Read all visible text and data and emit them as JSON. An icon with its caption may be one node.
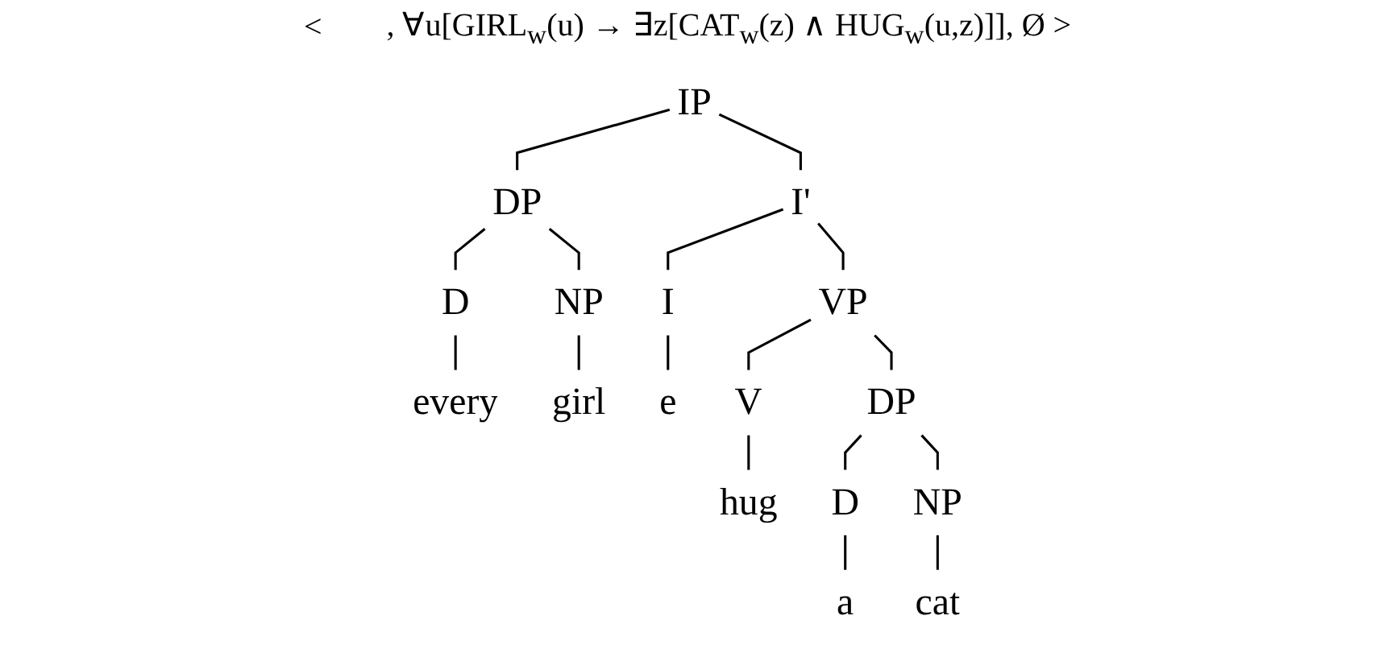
{
  "diagram": {
    "nodes": [
      {
        "text": [
          "IP"
        ]
      },
      {
        "text": [
          "DP"
        ]
      },
      {
        "text": [
          "I'"
        ]
      },
      {
        "text": [
          "D"
        ]
      },
      {
        "text": [
          "NP"
        ]
      },
      {
        "text": [
          "I"
        ]
      },
      {
        "text": [
          "VP"
        ]
      },
      {
        "text": [
          "every"
        ]
      },
      {
        "text": [
          "girl"
        ]
      },
      {
        "text": [
          "e"
        ]
      },
      {
        "text": [
          "V"
        ]
      },
      {
        "text": [
          "DP"
        ]
      },
      {
        "text": [
          "hug"
        ]
      },
      {
        "text": [
          "D"
        ]
      },
      {
        "text": [
          "NP"
        ]
      },
      {
        "text": [
          "a"
        ]
      },
      {
        "text": [
          "cat"
        ]
      }
    ],
    "edges": [
      {
        "from": 0,
        "to": 1,
        "arrow": "none"
      },
      {
        "from": 0,
        "to": 2,
        "arrow": "none"
      },
      {
        "from": 1,
        "to": 3,
        "arrow": "none"
      },
      {
        "from": 1,
        "to": 4,
        "arrow": "none"
      },
      {
        "from": 3,
        "to": 7,
        "arrow": "none"
      },
      {
        "from": 4,
        "to": 8,
        "arrow": "none"
      },
      {
        "from": 2,
        "to": 5,
        "arrow": "none"
      },
      {
        "from": 2,
        "to": 6,
        "arrow": "none"
      },
      {
        "from": 5,
        "to": 9,
        "arrow": "none"
      },
      {
        "from": 6,
        "to": 10,
        "arrow": "none"
      },
      {
        "from": 6,
        "to": 11,
        "arrow": "none"
      },
      {
        "from": 10,
        "to": 12,
        "arrow": "none"
      },
      {
        "from": 11,
        "to": 13,
        "arrow": "none"
      },
      {
        "from": 11,
        "to": 14,
        "arrow": "none"
      },
      {
        "from": 13,
        "to": 15,
        "arrow": "none"
      },
      {
        "from": 14,
        "to": 16,
        "arrow": "none"
      }
    ],
    "labels": [
      "<",
      ", ∀u[GIRL$_{w}$(u) → ∃z[CAT$_{w}$(z) ∧ HUG$_{w}$(u,z)]], Ø >"
    ]
  }
}
